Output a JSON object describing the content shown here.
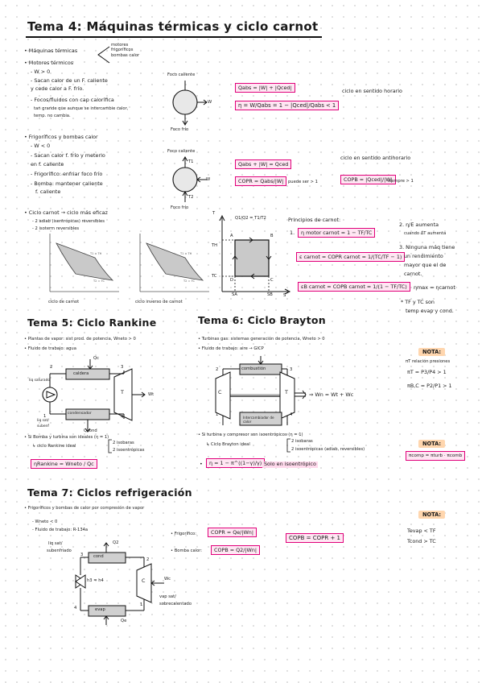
{
  "tema4": {
    "title": "Tema 4: Máquinas térmicas y ciclo carnot",
    "maquinas": "• Máquinas térmicas",
    "maq_types": [
      "motores",
      "frigoríficos",
      "bombas calor"
    ],
    "motores_title": "• Motores térmicos",
    "motores_lines": [
      "- W > 0",
      "- Sacan calor de un F. caliente",
      "  y cede calor a F. frío.",
      "- Focos/fluidos con cap calorífica",
      "  tan grande que aunque se intercambie calor,",
      "  temp. no cambia."
    ],
    "motor_diagram": {
      "foco_caliente": "Foco caliente",
      "foco_frio": "Foco frío",
      "w": "W"
    },
    "motor_eq1": "Qabs = |W| + |Qced|",
    "motor_eq2": "η = W/Qabs = 1 − |Qced|/Qabs < 1",
    "motor_note": "ciclo en sentido horario",
    "frig_title": "• Frigoríficos y bombas calor",
    "frig_lines": [
      "- W < 0",
      "- Sacan calor f. frío y meterlo",
      "  en f. caliente",
      "- Frigorífico: enfriar foco frío",
      "- Bomba: mantener caliente",
      "  f. caliente"
    ],
    "frig_diagram": {
      "foco_caliente": "Foco caliente",
      "foco_frio": "Foco frío",
      "w": "W",
      "t1": "T1",
      "t2": "T2"
    },
    "frig_eq1": "Qabs + |W| = Qced",
    "frig_cop_r": "COPR = Qabs/|W|",
    "frig_puede": "puede ser > 1",
    "frig_note": "ciclo en sentido antihorario",
    "frig_cop_b": "COPB = |Qced|/|W|",
    "frig_siempre": "siempre > 1",
    "carnot_title": "• Ciclo carnot → ciclo más eficaz",
    "carnot_lines": [
      "- 2 adiab (isentrópicas) reversibles",
      "- 2 isoterm reversibles"
    ],
    "ciclo_labels": [
      "ciclo de carnot",
      "ciclo inverso de carnot"
    ],
    "ts_labels": {
      "t": "T",
      "s": "S",
      "th": "TH",
      "tc": "TC",
      "sa": "SA",
      "sb": "SB",
      "a": "A",
      "b": "B",
      "c": "C",
      "d": "D"
    },
    "q_ratio": "Q1/Q2 = T1/T2",
    "principios_title": "Principios de carnot:",
    "principios_1": "1.",
    "eta_carnot": "η motor carnot = 1 − TF/TC",
    "eps_carnot": "ε carnot = COPR carnot = 1/(TC/TF − 1)",
    "epsb_carnot": "εB carnot = COPB carnot = 1/(1 − TF/TC)",
    "right_notes": [
      "2. η/E aumenta",
      "cuando ΔT aumenta",
      "3. Ninguna máq tiene",
      "un rendimiento",
      "mayor que el de",
      "carnot.",
      "ηmax = ηcarnot",
      "* TF y TC son",
      "temp evap y cond."
    ]
  },
  "tema5": {
    "title": "Tema 5: Ciclo Rankine",
    "line1": "• Plantas de vapor: sist prod. de potencia, Wneto > 0",
    "line2": "• Fluido de trabajo: agua",
    "diagram": {
      "caldera": "caldera",
      "condensador": "condensador",
      "t": "T",
      "qc": "Qc",
      "wt": "Wt",
      "qcond": "Qcond",
      "liq": "liq saturado",
      "liq_sat": "liq sat/",
      "subenf": "subenf",
      "n1": "1",
      "n2": "2",
      "n3": "3",
      "n4": "4"
    },
    "bomba_line": "• Si Bomba y turbina son ideales (η = 1)",
    "ideal_line": "↳ ciclo Rankine ideal",
    "ideal_opts": [
      "2 isobaras",
      "2 isoentrópicas"
    ],
    "eta": "ηRankine = Wneto / Qc"
  },
  "tema6": {
    "title": "Tema 6: Ciclo Brayton",
    "line1": "• Turbinas gas: sistemas generación de potencia, Wneto > 0",
    "line2": "• Fluido de trabajo: aire → GICP",
    "diagram": {
      "combustion": "combustión",
      "intercambiador": "Intercambiador de calor",
      "c": "C",
      "t": "T",
      "w": "⇒ Wn = Wt + Wc",
      "n1": "1",
      "n2": "2",
      "n3": "3",
      "n4": "4"
    },
    "nota1": "NOTA:",
    "nota1_lines": [
      "πT relación presiones",
      "πT = P3/P4 > 1",
      "πB,C = P2/P1 > 1"
    ],
    "ideal_cond": "• Si turbina y compresor son isoentrópicos (η = 1)",
    "ideal_line": "↳ Ciclo Brayton ideal",
    "ideal_opts": [
      "2 isobaras",
      "2 isoentrópicas (adiab, reversibles)"
    ],
    "eta": "η = 1 − π^((1−γ)/γ)",
    "solo": "Solo en isoentrópico",
    "nota2": "NOTA:",
    "nota2_box": "πcomp = πturb · πcomb"
  },
  "tema7": {
    "title": "Tema 7: Ciclos refrigeración",
    "line1": "• Frigoríficos y bombas de calor por compresión de vapor",
    "lines": [
      "- Wneto < 0",
      "- Fluido de trabajo: R-134a"
    ],
    "diagram": {
      "cond": "cond",
      "evap": "evap",
      "c": "C",
      "q2": "Q2",
      "qe": "Qe",
      "wc": "Wc",
      "h": "h3 = h4",
      "liq": "liq sat/",
      "subenf": "subenfriado",
      "vap": "vap sat/",
      "sobrecal": "sobrecalentado",
      "n1": "1",
      "n2": "2",
      "n3": "3",
      "n4": "4"
    },
    "frig_label": "• Frigorífico:",
    "frig_cop": "COPR = Qe/|Wn|",
    "bomba_label": "• Bomba calor:",
    "bomba_cop": "COPB = Q2/|Wn|",
    "rel": "COPB = COPR + 1",
    "nota": "NOTA:",
    "nota_lines": [
      "Tevap < TF",
      "Tcond > TC"
    ]
  }
}
